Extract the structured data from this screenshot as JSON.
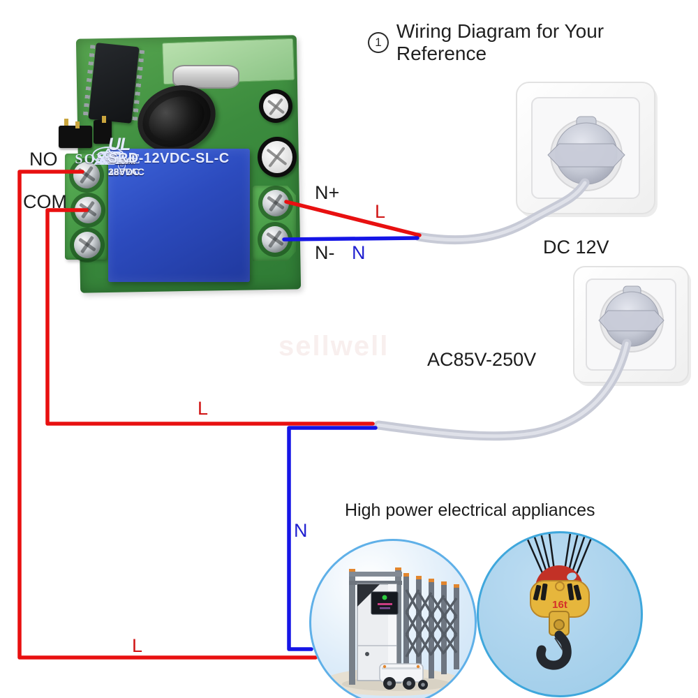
{
  "title": {
    "badge": "1",
    "text": "Wiring Diagram for Your Reference"
  },
  "labels": {
    "no": "NO",
    "com": "COM",
    "n_plus": "N+",
    "n_minus": "N-",
    "l_top": "L",
    "n_top": "N",
    "l_mid": "L",
    "n_mid": "N",
    "l_bottom": "L",
    "dc": "DC 12V",
    "ac": "AC85V-250V",
    "appliances": "High power electrical appliances"
  },
  "relay": {
    "brand": "SONGLE",
    "cqc": "CQC",
    "ul_c": "c",
    "ul": "UL",
    "ul_num": "5",
    "ul_us": "US",
    "ratings": [
      [
        "10A 250VAC",
        "10A 125VAC"
      ],
      [
        "10A 30VDC",
        "10A 28VDC"
      ]
    ],
    "model": "SRD-12VDC-SL-C"
  },
  "hook_badge": "16t",
  "watermark": "sellwell",
  "colors": {
    "wire_live": "#e81010",
    "wire_neutral": "#1515e6",
    "label_red": "#d01414",
    "label_blue": "#1f1fd0",
    "pcb_green": "#3c8c3e",
    "relay_blue": "#2c4bbe",
    "circle_border_blue": "#3fa7dc"
  }
}
